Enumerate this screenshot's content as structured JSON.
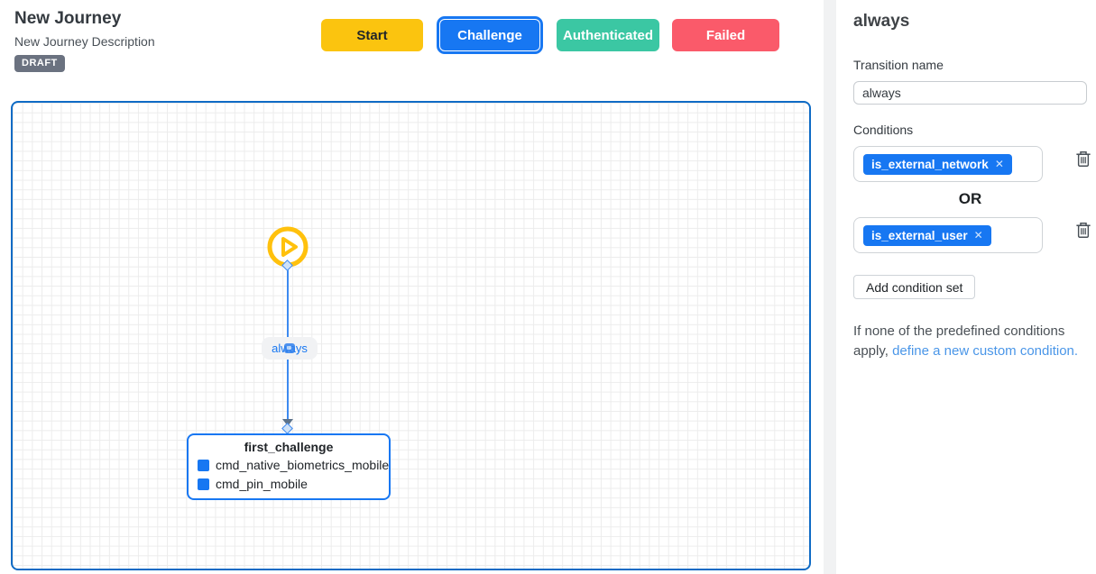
{
  "header": {
    "title": "New Journey",
    "description": "New Journey Description",
    "status_badge": "DRAFT"
  },
  "toolbar": {
    "start_label": "Start",
    "challenge_label": "Challenge",
    "authenticated_label": "Authenticated",
    "failed_label": "Failed"
  },
  "canvas": {
    "start_icon": "play-circle-icon",
    "edge_label": "always",
    "node": {
      "title": "first_challenge",
      "items": [
        "cmd_native_biometrics_mobile",
        "cmd_pin_mobile"
      ]
    }
  },
  "sidebar": {
    "title": "always",
    "transition_name_label": "Transition name",
    "transition_name_value": "always",
    "conditions_label": "Conditions",
    "condition_sets": [
      {
        "chip": "is_external_network"
      },
      {
        "chip": "is_external_user"
      }
    ],
    "or_label": "OR",
    "chip_remove_glyph": "✕",
    "add_condition_set_label": "Add condition set",
    "footer_text": "If none of the predefined conditions apply, ",
    "footer_link": "define a new custom condition."
  },
  "colors": {
    "start_button": "#fbc40f",
    "challenge_button": "#1777f2",
    "authenticated_button": "#3bc7a3",
    "failed_button": "#fa5a6a",
    "canvas_border": "#0f6bc5",
    "accent_blue": "#1777f2",
    "edge_blue": "#3d8af0",
    "play_yellow": "#ffc10d"
  }
}
